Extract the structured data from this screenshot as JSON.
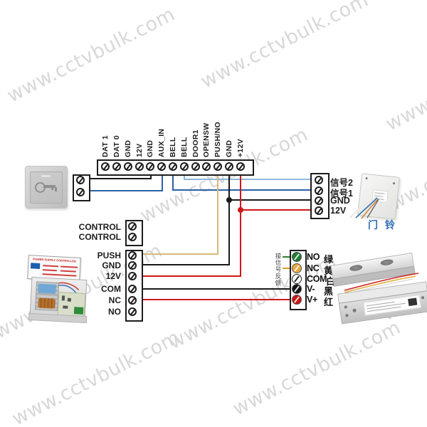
{
  "watermark": {
    "text": "www.cctvbulk.com"
  },
  "colors": {
    "wire_black": "#1a1a1a",
    "wire_blue": "#2b62a8",
    "wire_light_blue": "#8fb9da",
    "wire_red": "#cf1717",
    "wire_tan": "#d8b878",
    "pin_green": "#1f7c33",
    "pin_yellow": "#eaa83e",
    "pin_white": "#ffffff",
    "pin_black": "#141414",
    "pin_red": "#cc1414",
    "doorbell_label_blue": "#2e6cb5"
  },
  "controller_strip": {
    "terminals": [
      "DAT 1",
      "DAT 0",
      "GND",
      "12V",
      "GND",
      "AUX_IN",
      "BELL",
      "BELL",
      "DOOR1",
      "OPENSW",
      "PUSH/NO",
      "GND",
      "+12V"
    ]
  },
  "signal_block": {
    "labels": [
      "信号2",
      "信号1",
      "GND",
      "12V"
    ]
  },
  "doorbell": {
    "label": "门 铃"
  },
  "control_block": {
    "labels": [
      "CONTROL",
      "CONTROL"
    ]
  },
  "power_block": {
    "labels": [
      "PUSH",
      "GND",
      "12V",
      "COM",
      "NC",
      "NO"
    ]
  },
  "power_supply": {
    "label": "POWER SUPPLY CONTROLLER"
  },
  "lock_connector": {
    "feedback_note": "接信号反馈",
    "pins": [
      {
        "name": "NO",
        "color_name": "绿"
      },
      {
        "name": "NC",
        "color_name": "黄"
      },
      {
        "name": "COM",
        "color_name": "白"
      },
      {
        "name": "V-",
        "color_name": "黑"
      },
      {
        "name": "V+",
        "color_name": "红"
      }
    ]
  }
}
